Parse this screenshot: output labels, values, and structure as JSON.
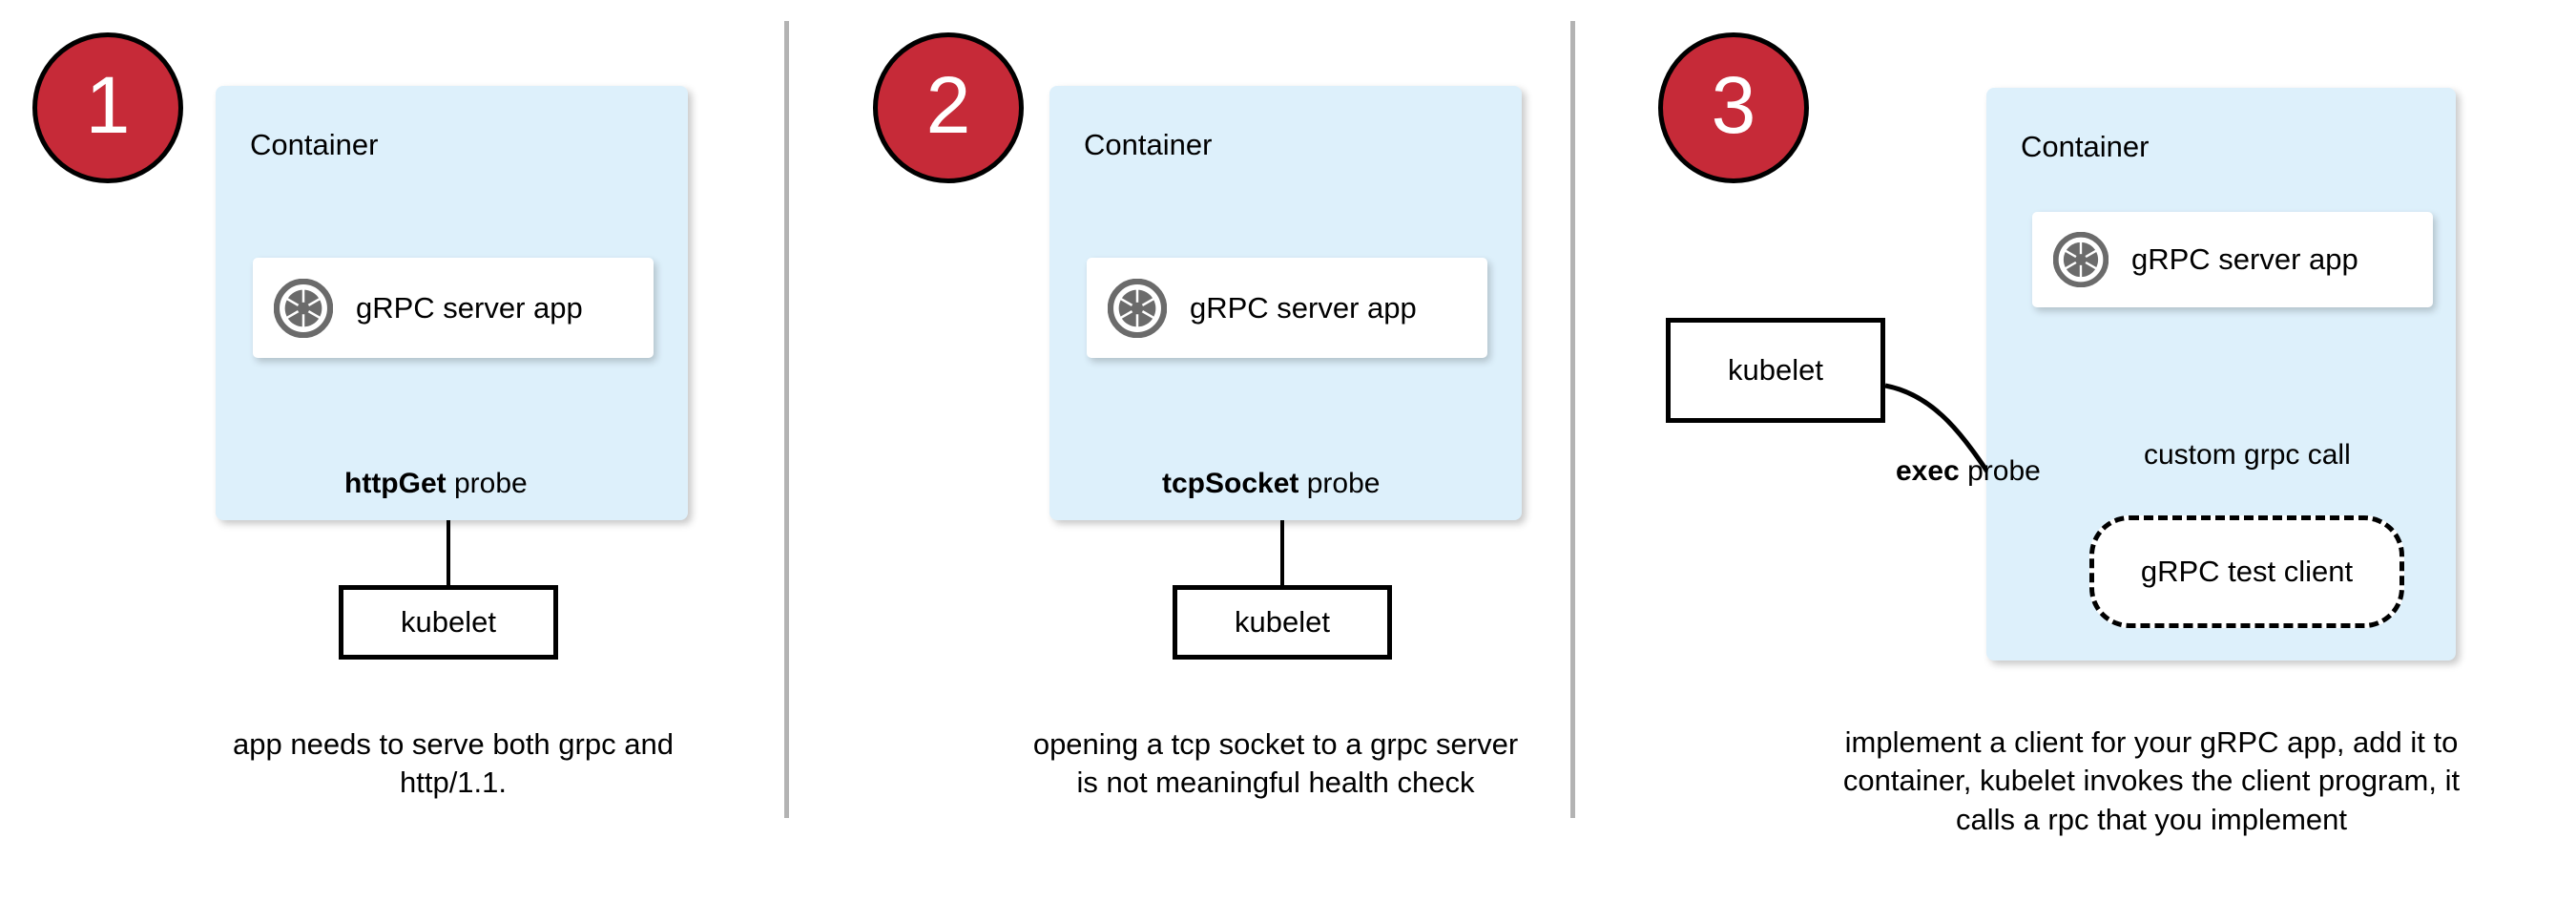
{
  "page": {
    "title": "gRPC health probe approaches in Kubernetes",
    "background": "#ffffff",
    "badge_color": "#c62a38",
    "container_color": "#ddf0fb",
    "divider_color": "#b3b3b3",
    "icon_color": "#6b6b6b"
  },
  "panels": [
    {
      "badge": "1",
      "container_label": "Container",
      "app_label": "gRPC server app",
      "app_icon": "grpc-aperture-icon",
      "probe_label_bold": "httpGet",
      "probe_label_rest": " probe",
      "kubelet_label": "kubelet",
      "caption": "app needs to serve both grpc and http/1.1."
    },
    {
      "badge": "2",
      "container_label": "Container",
      "app_label": "gRPC server app",
      "app_icon": "grpc-aperture-icon",
      "probe_label_bold": "tcpSocket",
      "probe_label_rest": " probe",
      "kubelet_label": "kubelet",
      "caption": "opening a tcp socket to a grpc server is not meaningful health check"
    },
    {
      "badge": "3",
      "container_label": "Container",
      "app_label": "gRPC server app",
      "app_icon": "grpc-aperture-icon",
      "probe_label_bold": "exec",
      "probe_label_rest": " probe",
      "kubelet_label": "kubelet",
      "test_client_label": "gRPC test client",
      "custom_call_label": "custom grpc call",
      "caption": "implement a client for your gRPC app, add it to container, kubelet invokes the client program, it calls a rpc that you implement"
    }
  ]
}
